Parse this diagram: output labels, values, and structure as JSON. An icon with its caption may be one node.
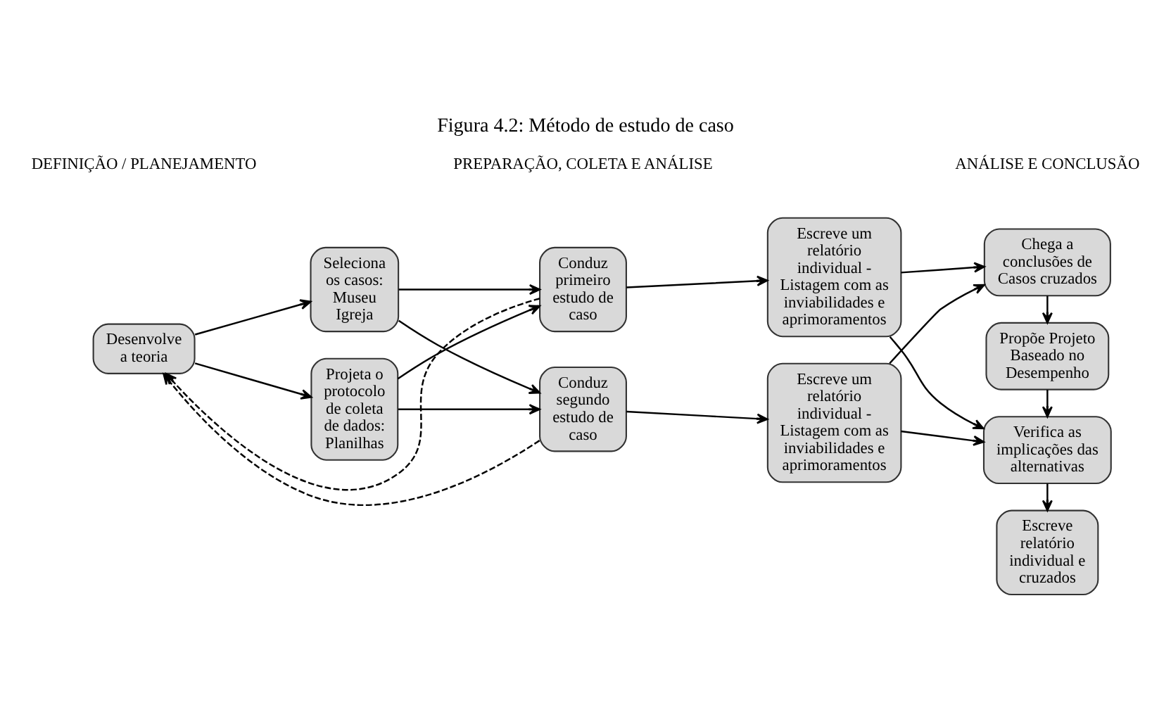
{
  "diagram": {
    "title": "Figura 4.2: Método de estudo de caso",
    "nodes": [
      {
        "text": [
          "Desenvolve a teoria"
        ]
      },
      {
        "text": [
          "Seleciona os casos: Museu Igreja"
        ]
      },
      {
        "text": [
          "Projeta o protocolo de coleta de dados: Planilhas"
        ]
      },
      {
        "text": [
          "Conduz primeiro estudo de caso"
        ]
      },
      {
        "text": [
          "Conduz segundo estudo de caso"
        ]
      },
      {
        "text": [
          "Escreve um relatório individual - Listagem com as inviabilidades e aprimoramentos"
        ]
      },
      {
        "text": [
          "Escreve um relatório individual - Listagem com as inviabilidades e aprimoramentos"
        ]
      },
      {
        "text": [
          "Chega a conclusões de Casos cruzados"
        ]
      },
      {
        "text": [
          "Propõe Projeto Baseado no Desempenho"
        ]
      },
      {
        "text": [
          "Verifica as implicações das alternativas"
        ]
      },
      {
        "text": [
          "Escreve relatório individual e cruzados"
        ]
      }
    ],
    "edges": [
      {
        "from": 0,
        "to": 1,
        "arrow": "to"
      },
      {
        "from": 0,
        "to": 2,
        "arrow": "to"
      },
      {
        "from": 1,
        "to": 3,
        "arrow": "to"
      },
      {
        "from": 1,
        "to": 4,
        "arrow": "to"
      },
      {
        "from": 2,
        "to": 3,
        "arrow": "to"
      },
      {
        "from": 2,
        "to": 4,
        "arrow": "to"
      },
      {
        "from": 3,
        "to": 5,
        "arrow": "to"
      },
      {
        "from": 4,
        "to": 6,
        "arrow": "to"
      },
      {
        "from": 3,
        "to": 0,
        "arrow": "to",
        "style": "dashed"
      },
      {
        "from": 4,
        "to": 0,
        "arrow": "to",
        "style": "dashed"
      },
      {
        "from": 5,
        "to": 7,
        "arrow": "to"
      },
      {
        "from": 5,
        "to": 9,
        "arrow": "to"
      },
      {
        "from": 6,
        "to": 7,
        "arrow": "to"
      },
      {
        "from": 6,
        "to": 9,
        "arrow": "to"
      },
      {
        "from": 7,
        "to": 8,
        "arrow": "to"
      },
      {
        "from": 8,
        "to": 9,
        "arrow": "to"
      },
      {
        "from": 9,
        "to": 10,
        "arrow": "to"
      }
    ],
    "labels": [
      "DEFINIÇÃO / PLANEJAMENTO",
      "PREPARAÇÃO, COLETA E ANÁLISE",
      "ANÁLISE E CONCLUSÃO"
    ]
  }
}
